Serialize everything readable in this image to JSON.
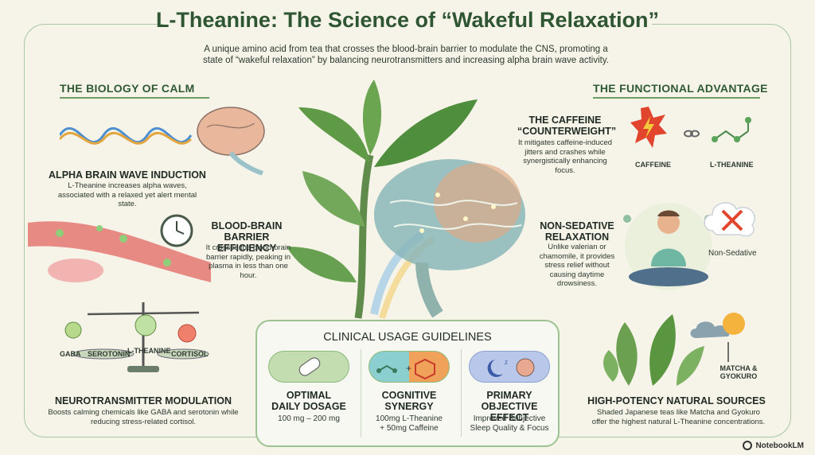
{
  "title": "L-Theanine: The Science of “Wakeful Relaxation”",
  "subtitle": "A unique amino acid from tea that crosses the blood-brain barrier to modulate the CNS, promoting a state of “wakeful relaxation” by balancing neurotransmitters and increasing alpha brain wave activity.",
  "left_section": {
    "heading": "THE BIOLOGY OF CALM",
    "alpha": {
      "heading": "ALPHA BRAIN WAVE INDUCTION",
      "text": "L-Theanine increases alpha waves, associated with a relaxed yet alert mental state."
    },
    "bbb": {
      "heading_line1": "BLOOD-BRAIN",
      "heading_line2": "BARRIER EFFICIENCY",
      "text": "It crosses the blood-brain barrier rapidly, peaking in plasma in less than one hour."
    },
    "neuro": {
      "heading": "NEUROTRANSMITTER MODULATION",
      "text": "Boosts calming chemicals like GABA and serotonin while reducing stress-related cortisol.",
      "labels": {
        "gaba": "GABA",
        "serotonin": "SEROTONIN",
        "ltheanine": "L-THEANINE",
        "cortisol": "CORTISOL"
      }
    }
  },
  "right_section": {
    "heading": "THE FUNCTIONAL ADVANTAGE",
    "caffeine": {
      "heading_line1": "THE CAFFEINE",
      "heading_line2": "“COUNTERWEIGHT”",
      "text": "It mitigates caffeine-induced jitters and crashes while synergistically enhancing focus.",
      "label_caffeine": "CAFFEINE",
      "label_ltheanine": "L-THEANINE"
    },
    "nonsed": {
      "heading_line1": "NON-SEDATIVE",
      "heading_line2": "RELAXATION",
      "text": "Unlike valerian or chamomile, it provides stress relief without causing daytime drowsiness.",
      "bubble_label": "Non-Sedative"
    },
    "sources": {
      "heading": "HIGH-POTENCY NATURAL SOURCES",
      "text": "Shaded Japanese teas like Matcha and Gyokuro offer the highest natural L-Theanine concentrations.",
      "tea_label_line1": "MATCHA &",
      "tea_label_line2": "GYOKURO"
    }
  },
  "guidelines": {
    "heading": "CLINICAL USAGE GUIDELINES",
    "dosage": {
      "heading_line1": "OPTIMAL",
      "heading_line2": "DAILY DOSAGE",
      "text": "100 mg – 200 mg"
    },
    "synergy": {
      "heading_line1": "COGNITIVE",
      "heading_line2": "SYNERGY",
      "text_line1": "100mg L-Theanine",
      "text_line2": "+ 50mg Caffeine"
    },
    "effect": {
      "heading_line1": "PRIMARY",
      "heading_line2": "OBJECTIVE EFFECT",
      "text_line1": "Improved Subjective",
      "text_line2": "Sleep Quality & Focus"
    }
  },
  "brand": "NotebookLM",
  "colors": {
    "green_dark": "#2f5632",
    "accent": "#6f9b64",
    "caffeine_red": "#e1452e",
    "theanine_green": "#5aa55a"
  }
}
